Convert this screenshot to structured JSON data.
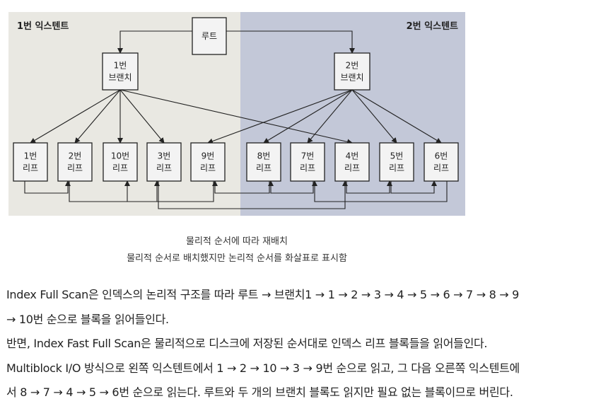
{
  "extents": {
    "left_label": "1번 익스텐트",
    "right_label": "2번 익스텐트",
    "left_color": "#e9e8e2",
    "right_color": "#c3c8d8"
  },
  "nodes": {
    "root": [
      "루트"
    ],
    "branch1": [
      "1번",
      "브랜치"
    ],
    "branch2": [
      "2번",
      "브랜치"
    ],
    "leaves": [
      {
        "id": 1,
        "lines": [
          "1번",
          "리프"
        ]
      },
      {
        "id": 2,
        "lines": [
          "2번",
          "리프"
        ]
      },
      {
        "id": 10,
        "lines": [
          "10번",
          "리프"
        ]
      },
      {
        "id": 3,
        "lines": [
          "3번",
          "리프"
        ]
      },
      {
        "id": 9,
        "lines": [
          "9번",
          "리프"
        ]
      },
      {
        "id": 8,
        "lines": [
          "8번",
          "리프"
        ]
      },
      {
        "id": 7,
        "lines": [
          "7번",
          "리프"
        ]
      },
      {
        "id": 4,
        "lines": [
          "4번",
          "리프"
        ]
      },
      {
        "id": 5,
        "lines": [
          "5번",
          "리프"
        ]
      },
      {
        "id": 6,
        "lines": [
          "6번",
          "리프"
        ]
      }
    ]
  },
  "branch1_children": [
    1,
    2,
    10,
    3,
    4
  ],
  "branch2_children": [
    9,
    8,
    7,
    5,
    6
  ],
  "logical_order": [
    1,
    2,
    3,
    4,
    5,
    6,
    7,
    8,
    9,
    10
  ],
  "caption": {
    "line1": "물리적 순서에 따라 재배치",
    "line2": "물리적 순서로 배치했지만 논리적 순서를 화살표로 표시함"
  },
  "paragraphs": [
    "Index Full Scan은 인덱스의 논리적 구조를 따라 루트 → 브랜치1 → 1 → 2 → 3 → 4 → 5 → 6 → 7 → 8 → 9",
    "→ 10번 순으로 블록을 읽어들인다.",
    "반면, Index Fast Full Scan은 물리적으로 디스크에 저장된 순서대로 인덱스 리프 블록들을 읽어들인다.",
    "Multiblock I/O 방식으로 왼쪽 익스텐트에서 1 → 2 → 10 → 3 → 9번 순으로 읽고, 그 다음 오른쪽 익스텐트에",
    "서 8 → 7 → 4 → 5 → 6번 순으로 읽는다. 루트와 두 개의 브랜치 블록도 읽지만 필요 없는 블록이므로 버린다."
  ]
}
